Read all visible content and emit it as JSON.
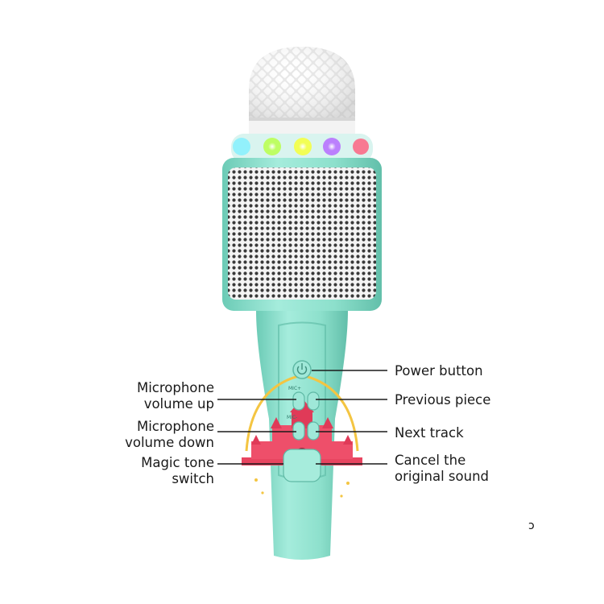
{
  "product": {
    "name": "karaoke-microphone",
    "body_color": "#8de0cc",
    "grille_color": "#f2f2f2",
    "led_colors": [
      "#7ff0ff",
      "#b9ff4a",
      "#f6ff3a",
      "#b56bff",
      "#ff5a7a"
    ]
  },
  "callouts": {
    "power": "Power button",
    "previous": "Previous piece",
    "next": "Next track",
    "cancel_line1": "Cancel the",
    "cancel_line2": "original sound",
    "vol_up_line1": "Microphone",
    "vol_up_line2": "volume up",
    "vol_down_line1": "Microphone",
    "vol_down_line2": "volume down",
    "magic_line1": "Magic tone",
    "magic_line2": "switch"
  },
  "button_marks": {
    "mic_plus": "MIC+",
    "mic_minus": "MIC-"
  },
  "stray_glyph": "ɔ"
}
